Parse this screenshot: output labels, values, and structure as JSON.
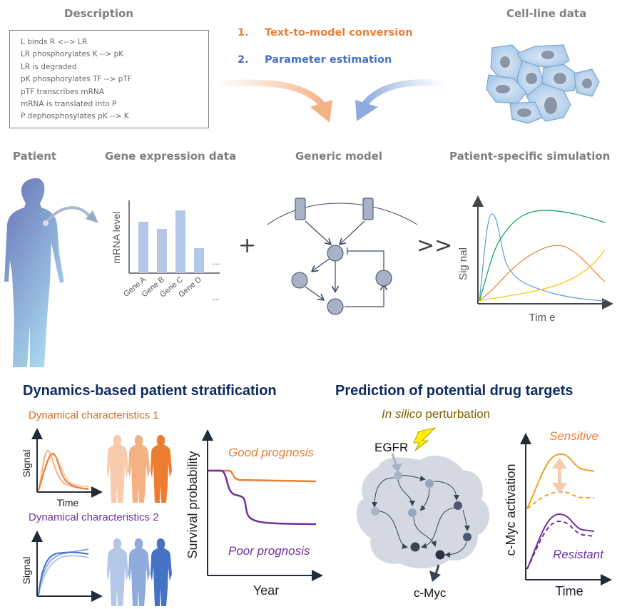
{
  "top": {
    "description": {
      "title": "Description",
      "lines": [
        "L binds R <--> LR",
        "LR phosphorylates K --> pK",
        "LR is degraded",
        "pK phosphorylates TF --> pTF",
        "pTF transcribes mRNA",
        "mRNA is translated into P",
        "P dephosphosylates pK --> K"
      ]
    },
    "steps": [
      {
        "num": "1.",
        "label": "Text-to-model conversion",
        "color": "#ed7d31"
      },
      {
        "num": "2.",
        "label": "Parameter estimation",
        "color": "#4472c4"
      }
    ],
    "cell_line": {
      "title": "Cell-line data"
    }
  },
  "middle": {
    "patient": {
      "title": "Patient"
    },
    "gene_expression": {
      "title": "Gene expression data",
      "ylabel": "mRNA level",
      "genes": [
        "Gene A",
        "Gene B",
        "Gene C",
        "Gene D"
      ],
      "relative_levels": [
        0.72,
        0.62,
        0.88,
        0.35
      ],
      "ellipsis": "...",
      "ellipsis_below": "..."
    },
    "plus": "+",
    "generic_model": {
      "title": "Generic model"
    },
    "arrow": ">>",
    "simulation": {
      "title": "Patient-specific simulation",
      "ylabel": "Sig nal",
      "xlabel": "Tim e",
      "colors": {
        "blue": "#5b9bd5",
        "green": "#00a050",
        "orange": "#ed7d31",
        "yellow": "#ffc000"
      }
    }
  },
  "stratification": {
    "title": "Dynamics-based patient stratification",
    "group1": {
      "label": "Dynamical characteristics 1",
      "color": "#d26e28",
      "ylabel": "Signal",
      "xlabel": "Time"
    },
    "group2": {
      "label": "Dynamical characteristics 2",
      "color": "#7030a0",
      "ylabel": "Signal"
    },
    "survival": {
      "ylabel": "Survival probability",
      "xlabel": "Year",
      "good": {
        "label": "Good prognosis",
        "color": "#ed7d31"
      },
      "poor": {
        "label": "Poor prognosis",
        "color": "#7030a0"
      }
    }
  },
  "drug_targets": {
    "title": "Prediction of potential drug targets",
    "perturbation": {
      "italic": "In silico",
      "rest": " perturbation",
      "color": "#7f6000"
    },
    "network": {
      "input": "EGFR",
      "output": "c-Myc"
    },
    "response": {
      "ylabel": "c-Myc activation",
      "xlabel": "Time",
      "sensitive": {
        "label": "Sensitive",
        "color": "#f5a020"
      },
      "resistant": {
        "label": "Resistant",
        "color": "#7030a0"
      }
    }
  }
}
